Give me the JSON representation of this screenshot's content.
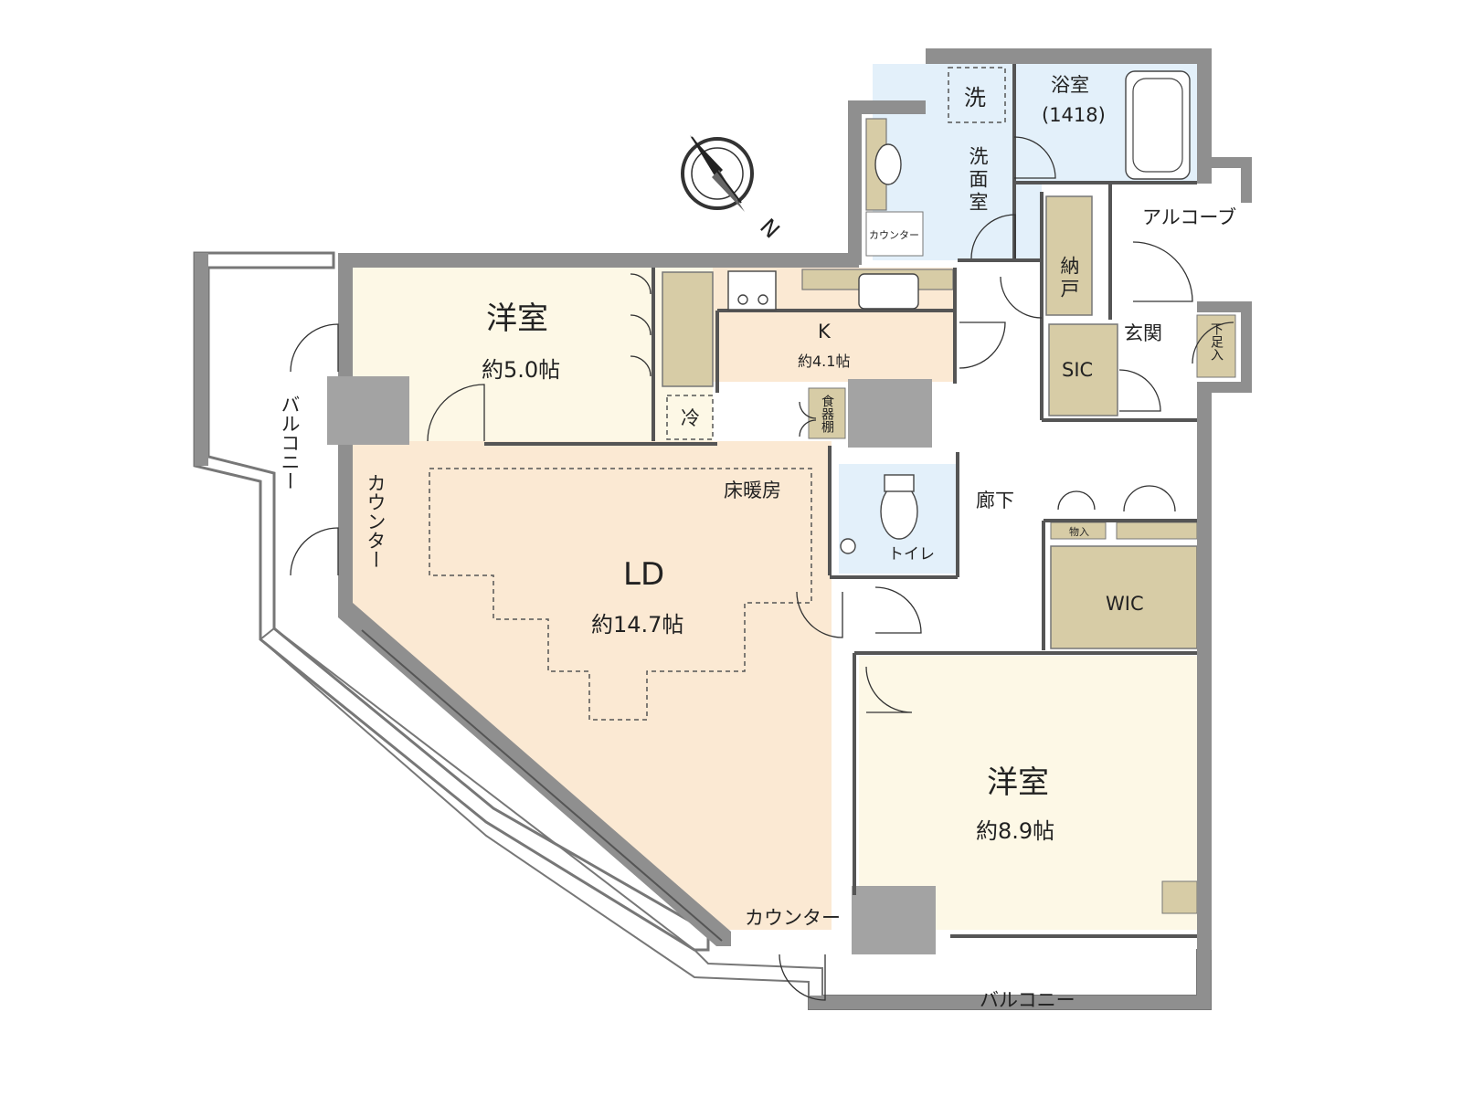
{
  "rooms": {
    "western_room_1": {
      "name": "洋室",
      "area": "約5.0帖"
    },
    "kitchen": {
      "name": "K",
      "area": "約4.1帖"
    },
    "living_dining": {
      "name": "LD",
      "area": "約14.7帖"
    },
    "western_room_2": {
      "name": "洋室",
      "area": "約8.9帖"
    },
    "bathroom": {
      "name": "浴室",
      "size": "(1418)"
    },
    "washroom": {
      "name": "洗面室"
    },
    "toilet": {
      "name": "トイレ"
    },
    "storage": {
      "name": "納戸"
    },
    "entrance": {
      "name": "玄関"
    },
    "sic": {
      "name": "SIC"
    },
    "wic": {
      "name": "WIC"
    },
    "hallway": {
      "name": "廊下"
    }
  },
  "labels": {
    "balcony_left": "バルコニー",
    "balcony_bottom": "バルコニー",
    "alcove": "アルコーブ",
    "floor_heating": "床暖房",
    "counter_left": "カウンター",
    "counter_bottom": "カウンター",
    "counter_small": "カウンター",
    "fridge": "冷",
    "laundry": "洗",
    "cupboard": "食器棚",
    "shoe_storage": "下足入",
    "closet": "物入"
  },
  "compass": {
    "direction": "N",
    "icon": "compass-icon"
  },
  "colors": {
    "western_room": "#fdf8e6",
    "living": "#fbe9d3",
    "wet_area": "#e3f0fa",
    "storage": "#d7cca6",
    "wall": "#8f8f8f",
    "pillar": "#a3a3a3"
  }
}
